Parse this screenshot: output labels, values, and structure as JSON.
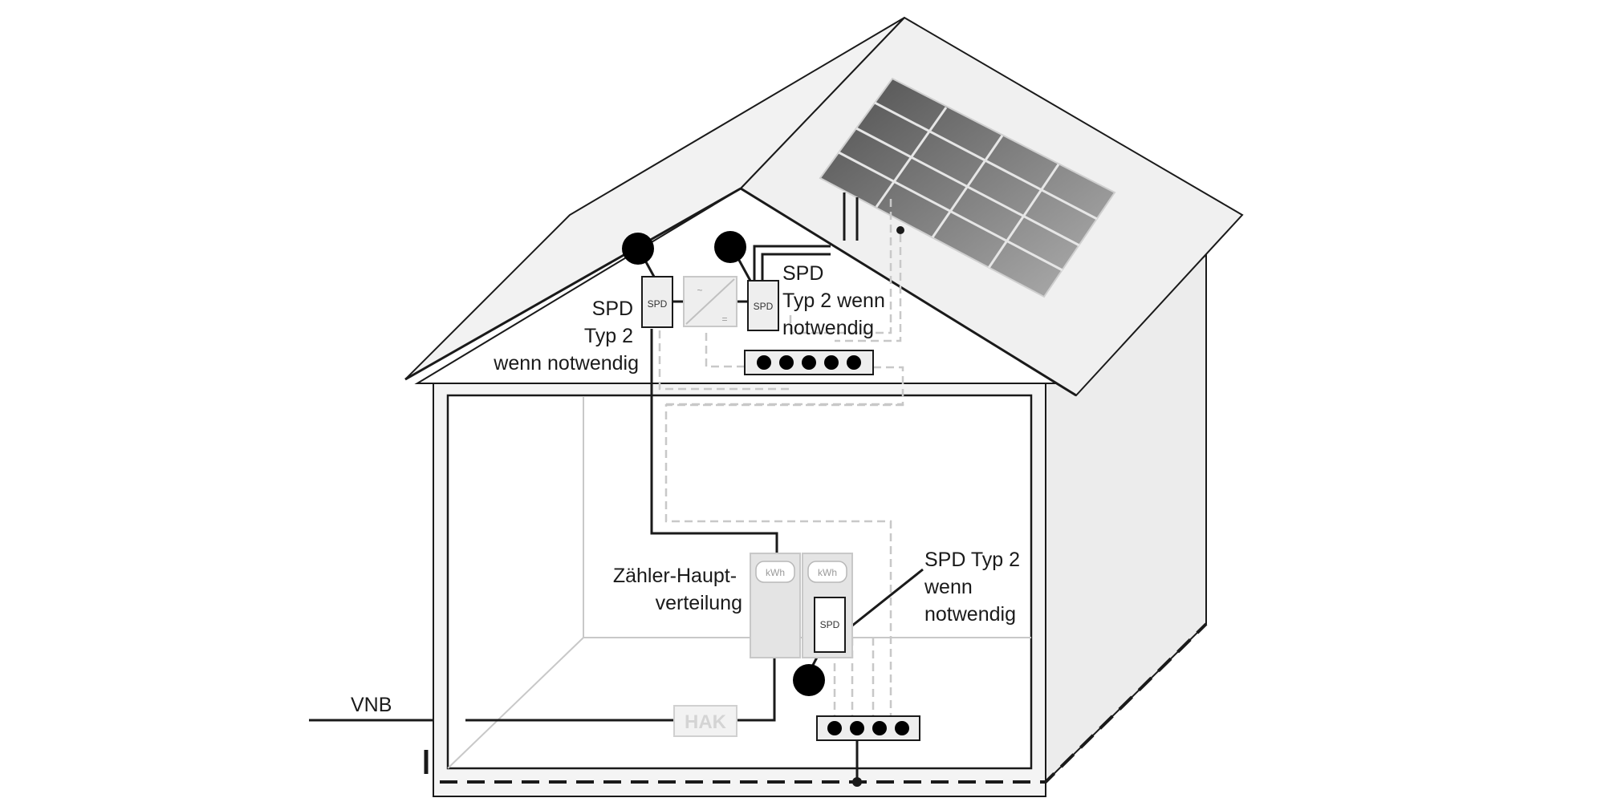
{
  "labels": {
    "spd_left": [
      "SPD",
      "Typ 2",
      "wenn notwendig"
    ],
    "spd_top": [
      "SPD",
      "Typ 2 wenn",
      "notwendig"
    ],
    "spd_bottom": [
      "SPD Typ 2",
      "wenn",
      "notwendig"
    ],
    "meter_cabinet": [
      "Zähler-Haupt-",
      "verteilung"
    ],
    "grid_operator": "VNB",
    "house_connection_box": "HAK",
    "spd_box_text": "SPD",
    "meter_unit": "kWh",
    "inverter_ac": "~",
    "inverter_dc": "="
  },
  "colors": {
    "line": "#1a1a1a",
    "dashed_cable": "#c8c8c8",
    "wall_fill": "#ececec",
    "roof_fill": "#f2f2f2",
    "panel_dark": "#5f5f5f",
    "panel_light": "#a4a4a4",
    "bonding_dot": "#000000"
  }
}
